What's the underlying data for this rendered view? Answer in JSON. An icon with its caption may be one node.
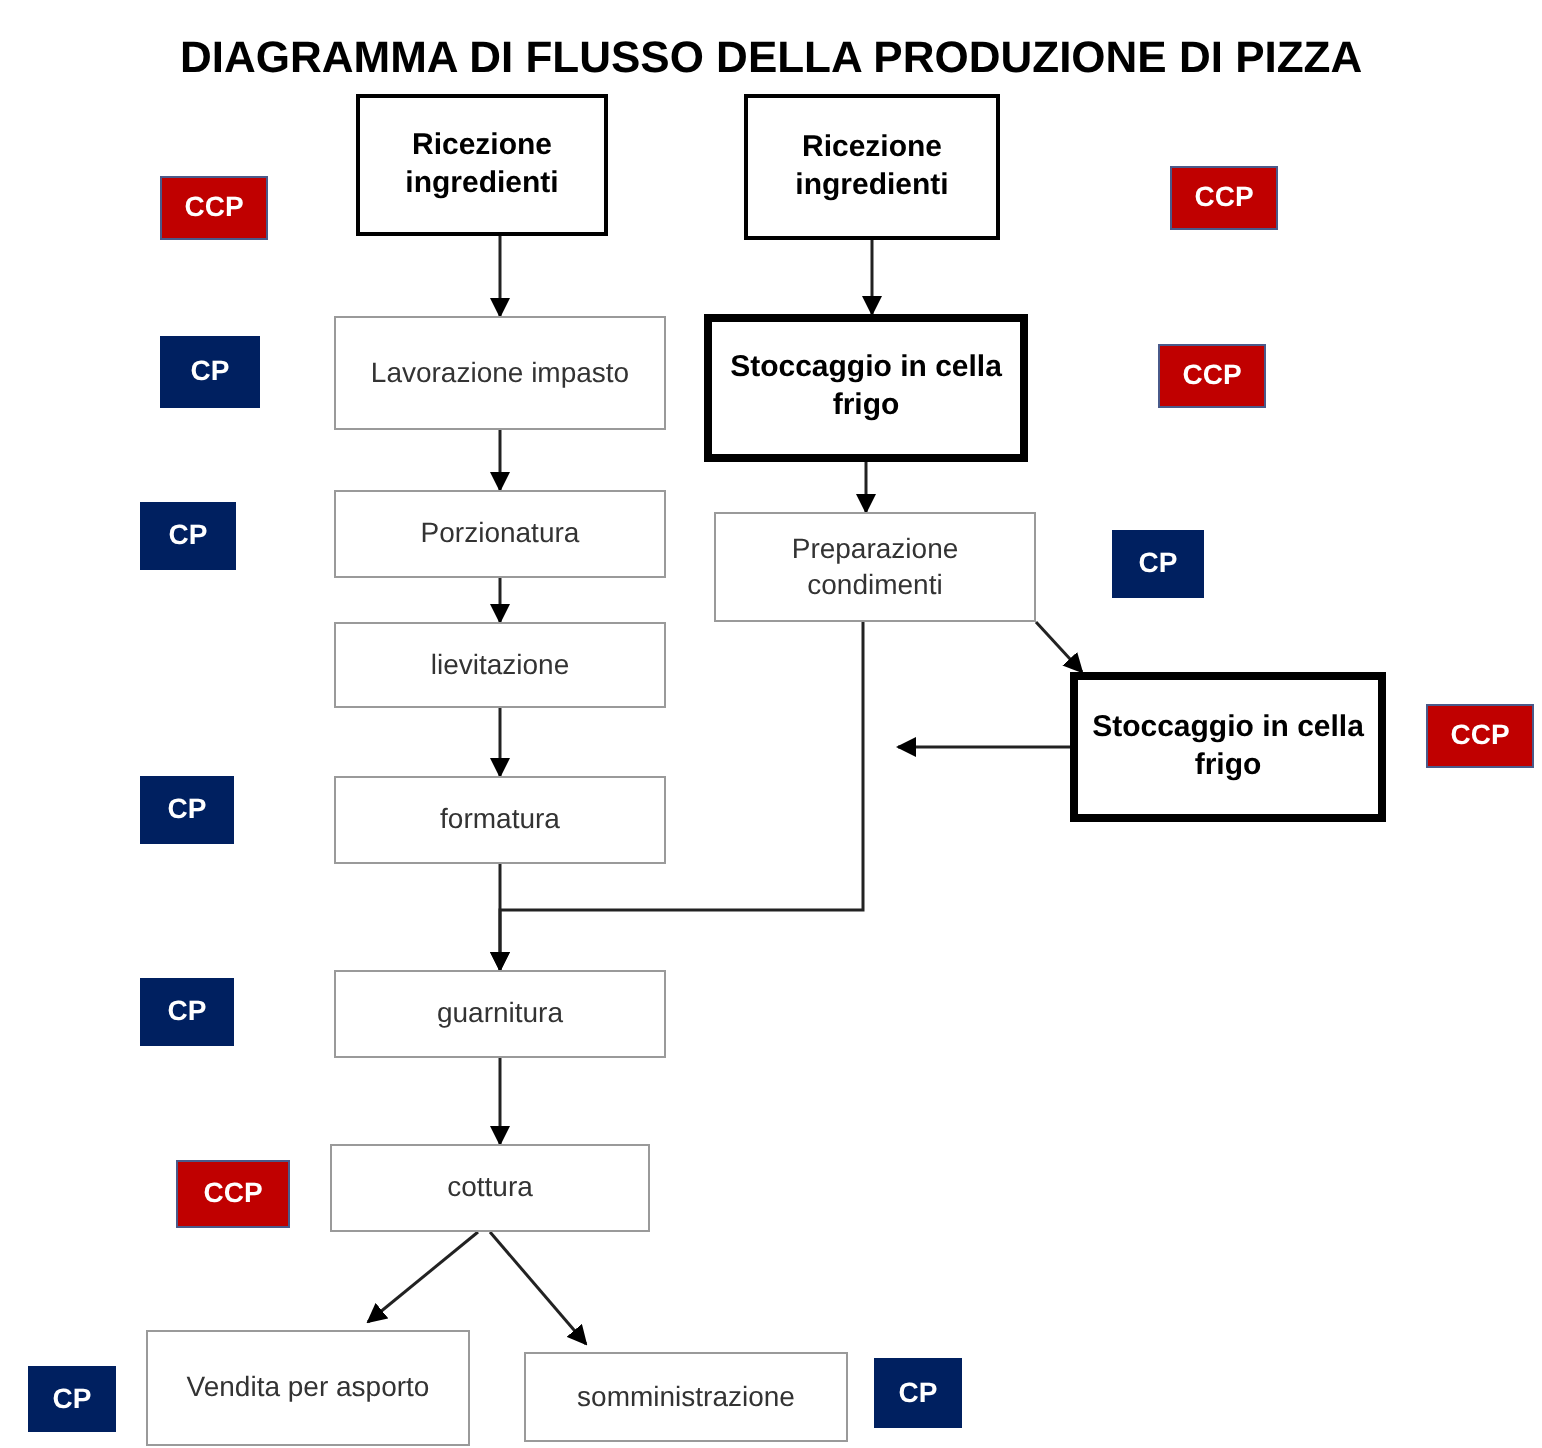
{
  "diagram": {
    "title": "DIAGRAMMA DI FLUSSO DELLA PRODUZIONE DI PIZZA",
    "nodes": [
      {
        "text": [
          "Ricezione ingredienti"
        ]
      },
      {
        "text": [
          "Ricezione ingredienti"
        ]
      },
      {
        "text": [
          "CCP"
        ]
      },
      {
        "text": [
          "CCP"
        ]
      },
      {
        "text": [
          "Lavorazione impasto"
        ]
      },
      {
        "text": [
          "Stoccaggio in cella frigo"
        ]
      },
      {
        "text": [
          "CP"
        ]
      },
      {
        "text": [
          "CCP"
        ]
      },
      {
        "text": [
          "Porzionatura"
        ]
      },
      {
        "text": [
          "Preparazione condimenti"
        ]
      },
      {
        "text": [
          "CP"
        ]
      },
      {
        "text": [
          "CP"
        ]
      },
      {
        "text": [
          "lievitazione"
        ]
      },
      {
        "text": [
          "Stoccaggio in cella frigo"
        ]
      },
      {
        "text": [
          "CCP"
        ]
      },
      {
        "text": [
          "CP"
        ]
      },
      {
        "text": [
          "formatura"
        ]
      },
      {
        "text": [
          "CP"
        ]
      },
      {
        "text": [
          "guarnitura"
        ]
      },
      {
        "text": [
          "CCP"
        ]
      },
      {
        "text": [
          "cottura"
        ]
      },
      {
        "text": [
          "CP"
        ]
      },
      {
        "text": [
          "Vendita per asporto"
        ]
      },
      {
        "text": [
          "somministrazione"
        ]
      },
      {
        "text": [
          "CP"
        ]
      }
    ],
    "edges": [
      {
        "from": 0,
        "to": 4,
        "arrow": "to"
      },
      {
        "from": 1,
        "to": 5,
        "arrow": "to"
      },
      {
        "from": 4,
        "to": 8,
        "arrow": "to"
      },
      {
        "from": 5,
        "to": 9,
        "arrow": "to"
      },
      {
        "from": 8,
        "to": 12,
        "arrow": "to"
      },
      {
        "from": 9,
        "to": 13,
        "arrow": "to"
      },
      {
        "from": 12,
        "to": 16,
        "arrow": "to"
      },
      {
        "from": 16,
        "to": 18,
        "arrow": "to"
      },
      {
        "from": 9,
        "to": 18,
        "arrow": "to"
      },
      {
        "from": 13,
        "to": null,
        "arrow": "to"
      },
      {
        "from": 18,
        "to": 20,
        "arrow": "to"
      },
      {
        "from": 20,
        "to": 22,
        "arrow": "to"
      },
      {
        "from": 20,
        "to": 23,
        "arrow": "to"
      }
    ]
  }
}
